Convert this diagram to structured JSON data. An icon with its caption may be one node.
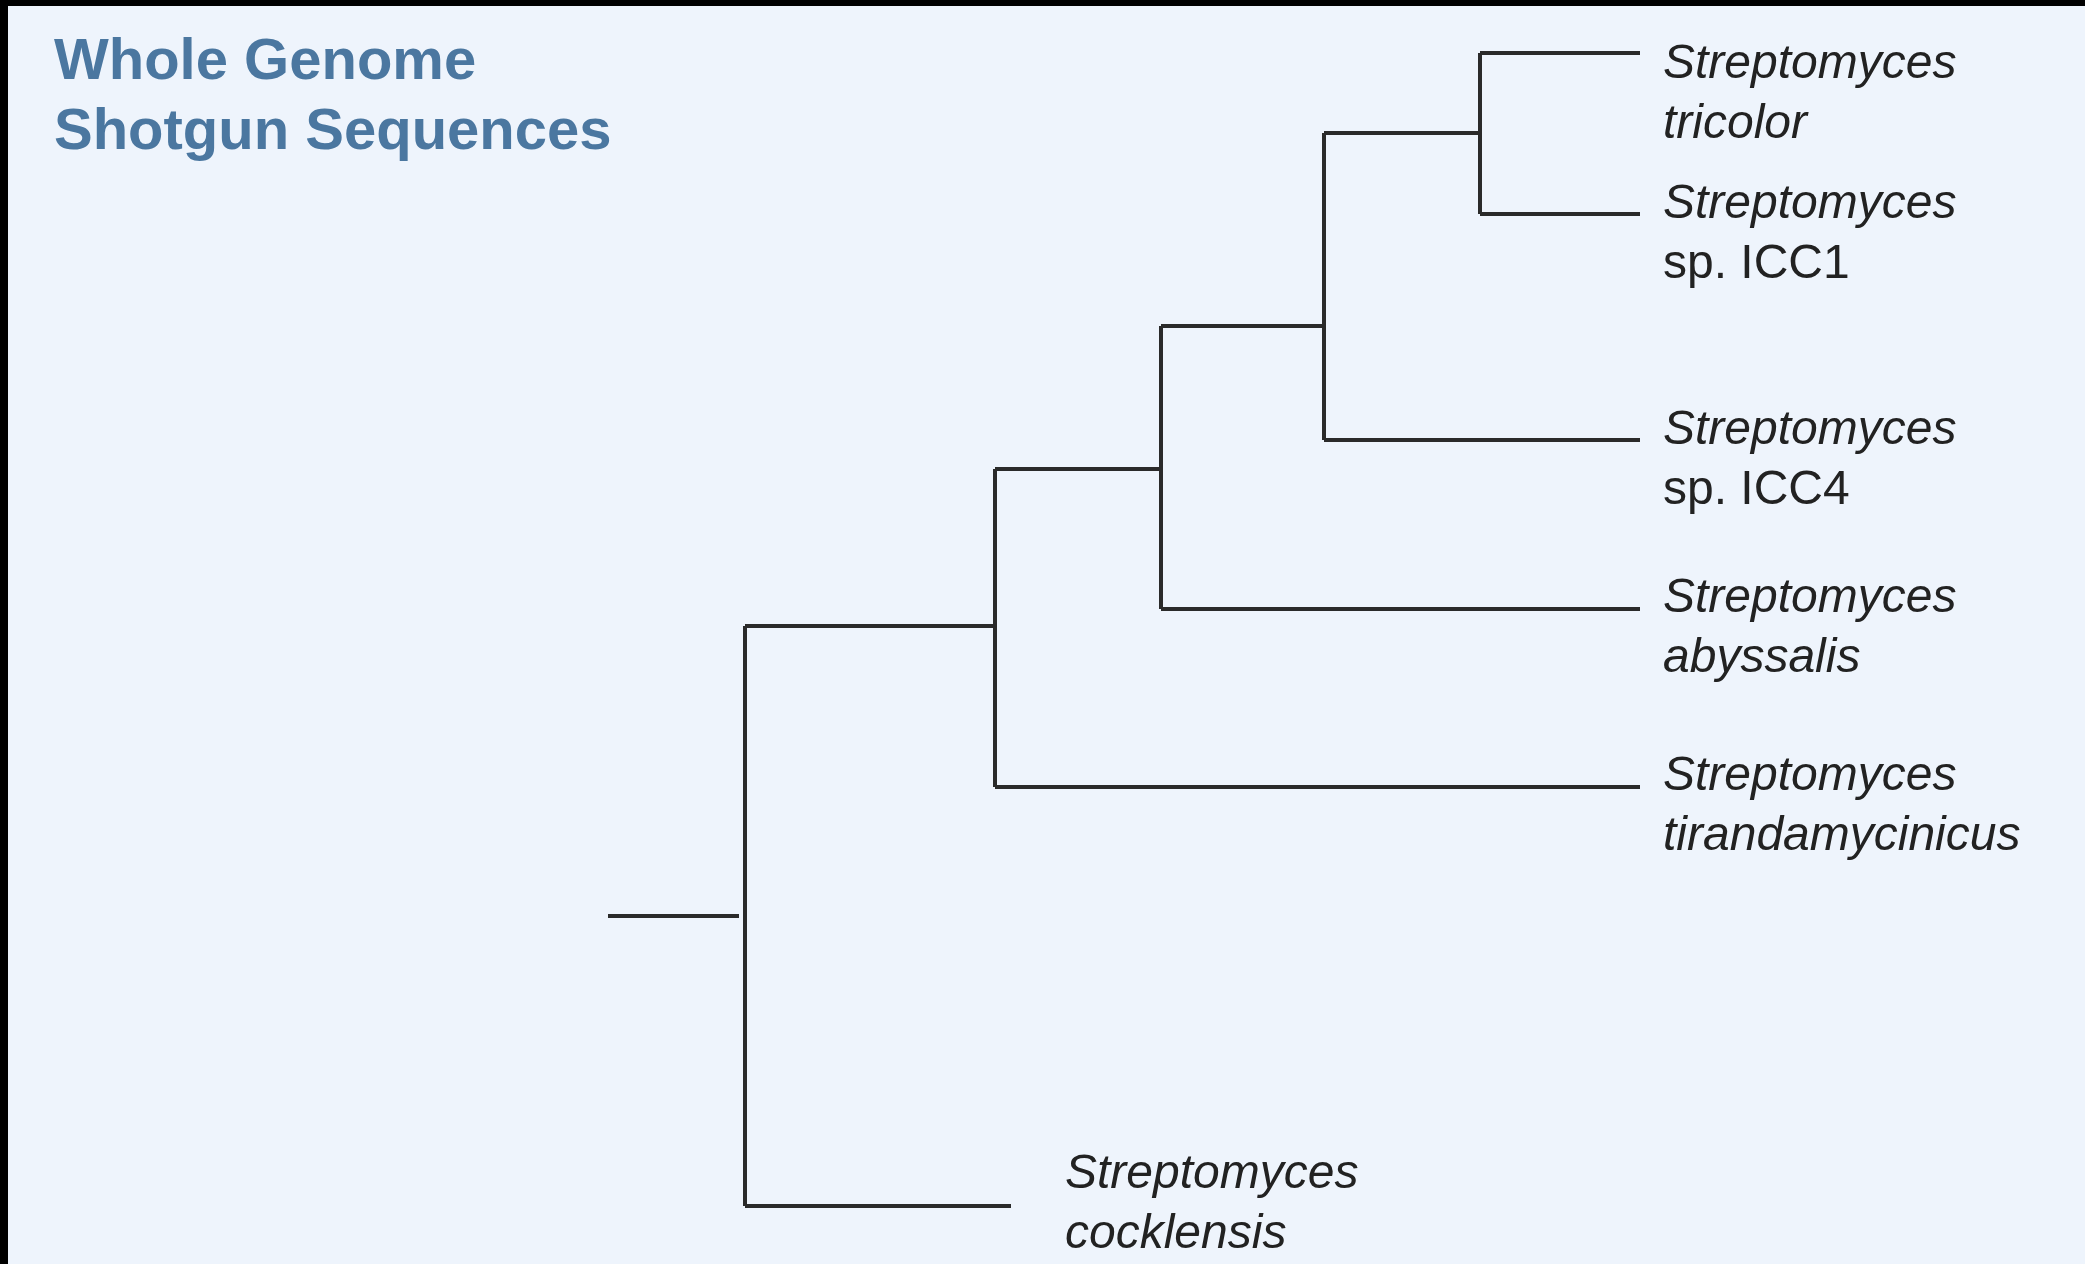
{
  "diagram": {
    "title": "Whole Genome Shotgun Sequences",
    "labels": [
      "Streptomyces tricolor",
      "*Streptomyces* sp. ICC1",
      "*Streptomyces* sp. ICC4",
      "Streptomyces abyssalis",
      "Streptomyces tirandamycinicus",
      "Streptomyces cocklensis"
    ]
  }
}
